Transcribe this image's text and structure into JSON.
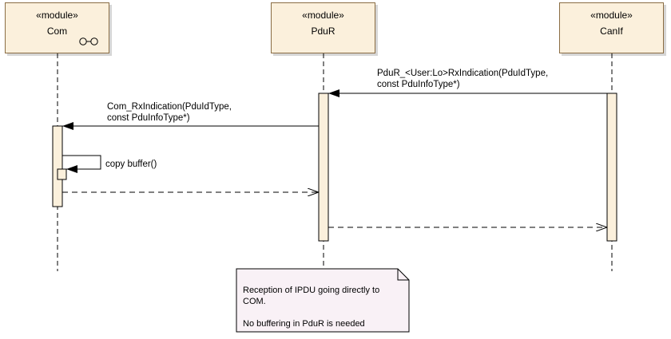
{
  "lifelines": [
    {
      "stereotype": "«module»",
      "name": "Com",
      "icon": "class-instance-icon"
    },
    {
      "stereotype": "«module»",
      "name": "PduR"
    },
    {
      "stereotype": "«module»",
      "name": "CanIf"
    }
  ],
  "messages": {
    "pdur_rx": "PduR_<User:Lo>RxIndication(PduIdType,\nconst PduInfoType*)",
    "com_rx": "Com_RxIndication(PduIdType,\nconst PduInfoType*)",
    "copy_buffer": "copy buffer()"
  },
  "note": {
    "line1": "Reception of IPDU going directly to",
    "line2": "COM.",
    "line3": "",
    "line4": "No buffering in PduR is needed"
  },
  "colors": {
    "box_fill": "#fbf0dc",
    "box_border": "#8a6d44",
    "note_fill": "#f9f1f6",
    "line": "#000000"
  }
}
